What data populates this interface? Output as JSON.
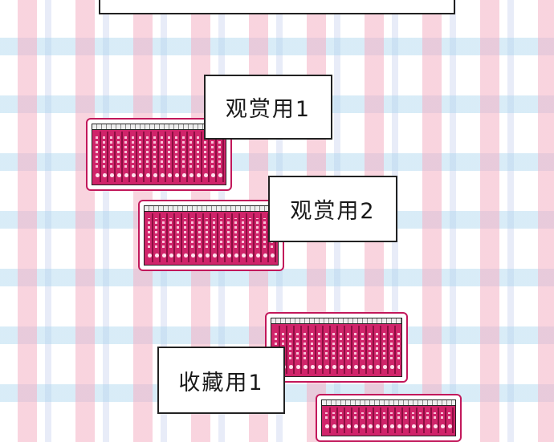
{
  "labels": {
    "display_1": "观赏用1",
    "display_2": "观赏用2",
    "collection_1": "收藏用1"
  },
  "colors": {
    "book_spine": "#d0246a",
    "book_set_outline": "#c2185b",
    "label_border": "#222222"
  }
}
